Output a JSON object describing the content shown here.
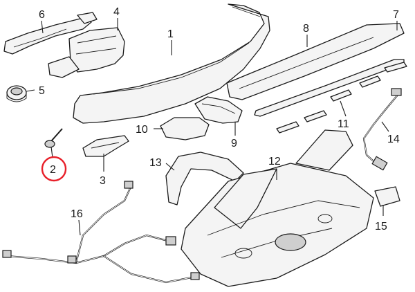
{
  "diagram": {
    "highlight_color": "#e8202a",
    "line_color": "#1a1a1a",
    "highlighted_callout": "2",
    "callouts": [
      "1",
      "2",
      "3",
      "4",
      "5",
      "6",
      "7",
      "8",
      "9",
      "10",
      "11",
      "12",
      "13",
      "14",
      "15",
      "16"
    ],
    "parts": [
      {
        "id": "spoiler",
        "callout": "1"
      },
      {
        "id": "bolt",
        "callout": "2"
      },
      {
        "id": "bracket",
        "callout": "3"
      },
      {
        "id": "hinge-bracket",
        "callout": "4"
      },
      {
        "id": "grommet",
        "callout": "5"
      },
      {
        "id": "reinforcement",
        "callout": "6"
      },
      {
        "id": "seal-strip",
        "callout": "7"
      },
      {
        "id": "trim-panel",
        "callout": "8"
      },
      {
        "id": "lamp-housing",
        "callout": "9"
      },
      {
        "id": "lens",
        "callout": "10"
      },
      {
        "id": "clips",
        "callout": "11"
      },
      {
        "id": "rear-frame",
        "callout": "12"
      },
      {
        "id": "roll-hoop-cover",
        "callout": "13"
      },
      {
        "id": "harness-small",
        "callout": "14"
      },
      {
        "id": "plate",
        "callout": "15"
      },
      {
        "id": "wiring-harness",
        "callout": "16"
      }
    ]
  }
}
